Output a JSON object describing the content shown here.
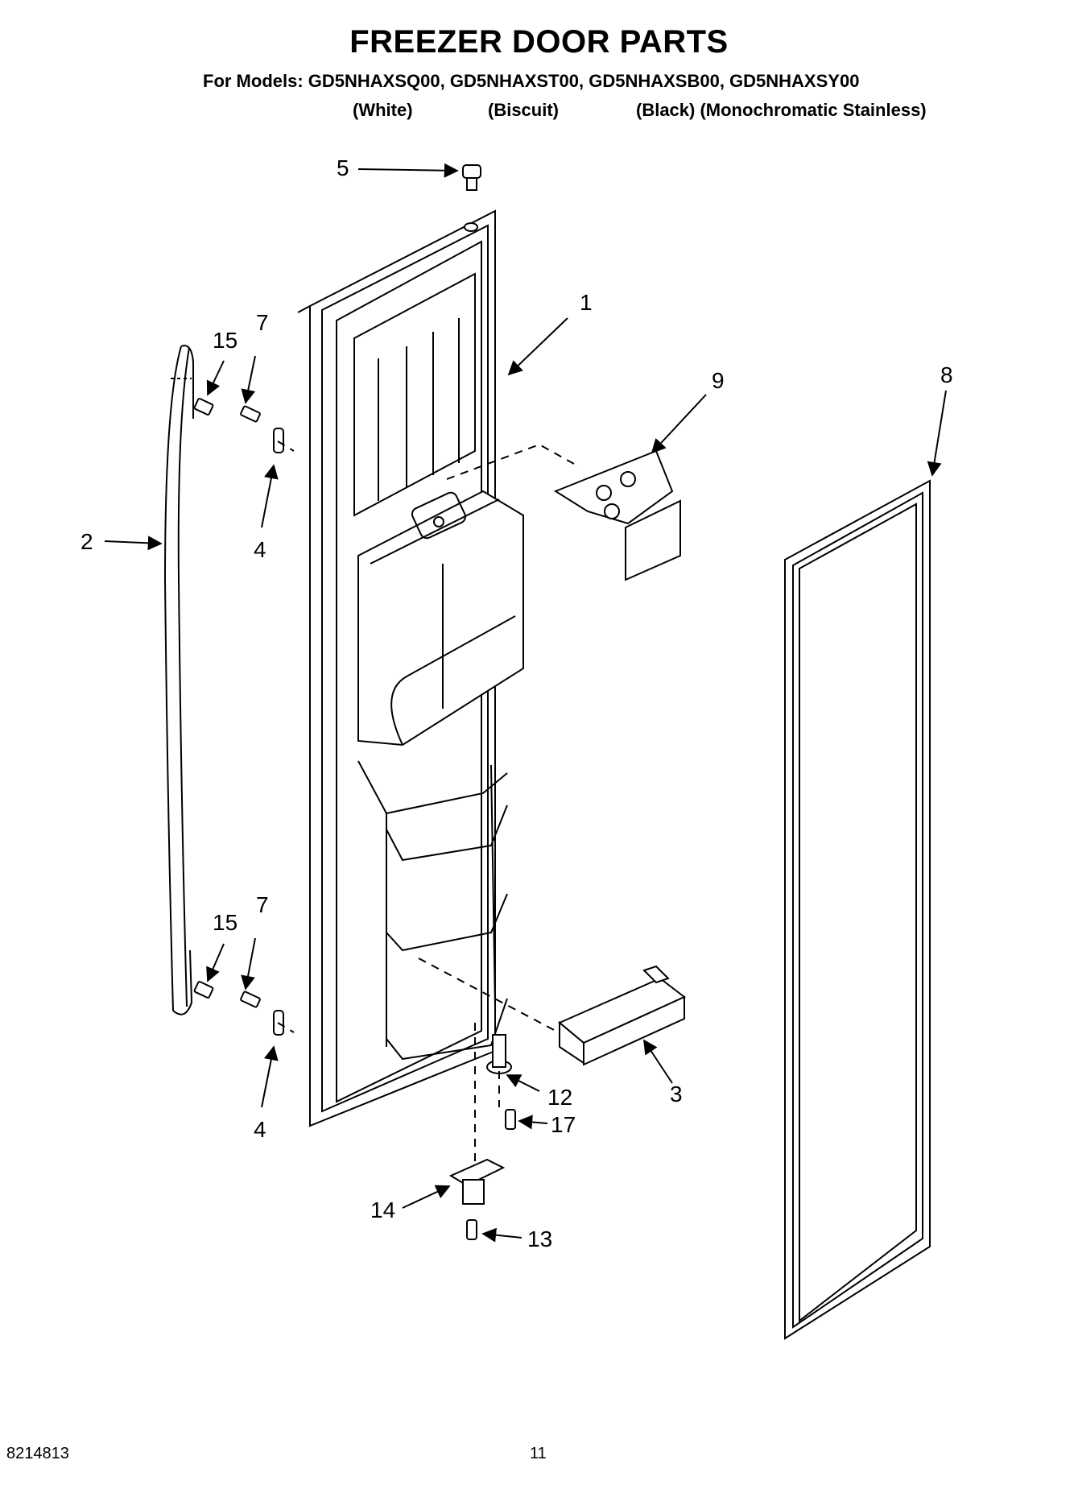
{
  "header": {
    "title": "FREEZER DOOR PARTS",
    "models_line": "For Models: GD5NHAXSQ00, GD5NHAXST00, GD5NHAXSB00, GD5NHAXSY00",
    "variants": [
      "(White)",
      "(Biscuit)",
      "(Black) (Monochromatic Stainless)"
    ]
  },
  "callouts": {
    "p1": "1",
    "p2": "2",
    "p3": "3",
    "p4a": "4",
    "p4b": "4",
    "p5": "5",
    "p7a": "7",
    "p7b": "7",
    "p8": "8",
    "p9": "9",
    "p12": "12",
    "p13": "13",
    "p14": "14",
    "p15a": "15",
    "p15b": "15",
    "p17": "17"
  },
  "footer": {
    "doc_number": "8214813",
    "page_number": "11"
  }
}
